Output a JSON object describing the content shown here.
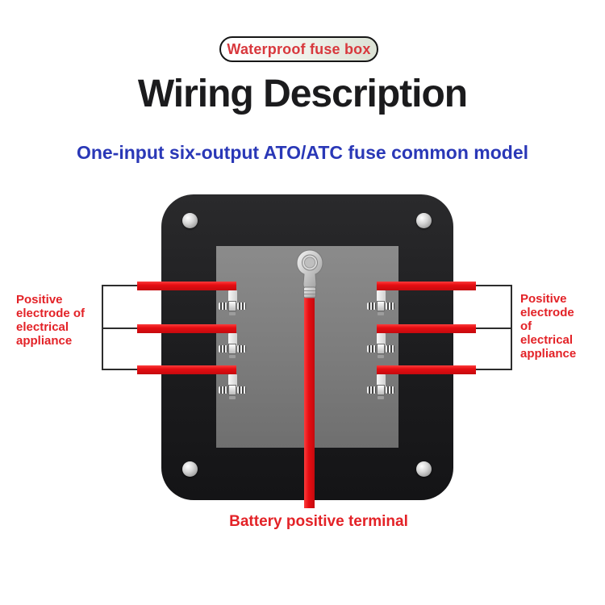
{
  "header": {
    "badge_label": "Waterproof fuse box",
    "title": "Wiring Description",
    "subtitle": "One-input six-output ATO/ATC fuse common model"
  },
  "annotations": {
    "left_label": {
      "lines": [
        "Positive",
        "electrode of",
        "electrical",
        "appliance"
      ]
    },
    "right_label": {
      "lines": [
        "Positive",
        "electrode",
        "of",
        "electrical",
        "appliance"
      ]
    },
    "bottom_label": "Battery positive terminal"
  },
  "diagram": {
    "left_output_wires": 3,
    "right_output_wires": 3,
    "corner_screws": 4,
    "input_terminals": 1
  },
  "colors": {
    "accent_red_text": "#e32227",
    "badge_red_text": "#d8383d",
    "wire_red": "#e60d12",
    "subtitle_blue": "#2a38b7",
    "title_black": "#1b1b1d",
    "box_black": "#1d1d1f",
    "panel_gray": "#7c7c7c"
  }
}
